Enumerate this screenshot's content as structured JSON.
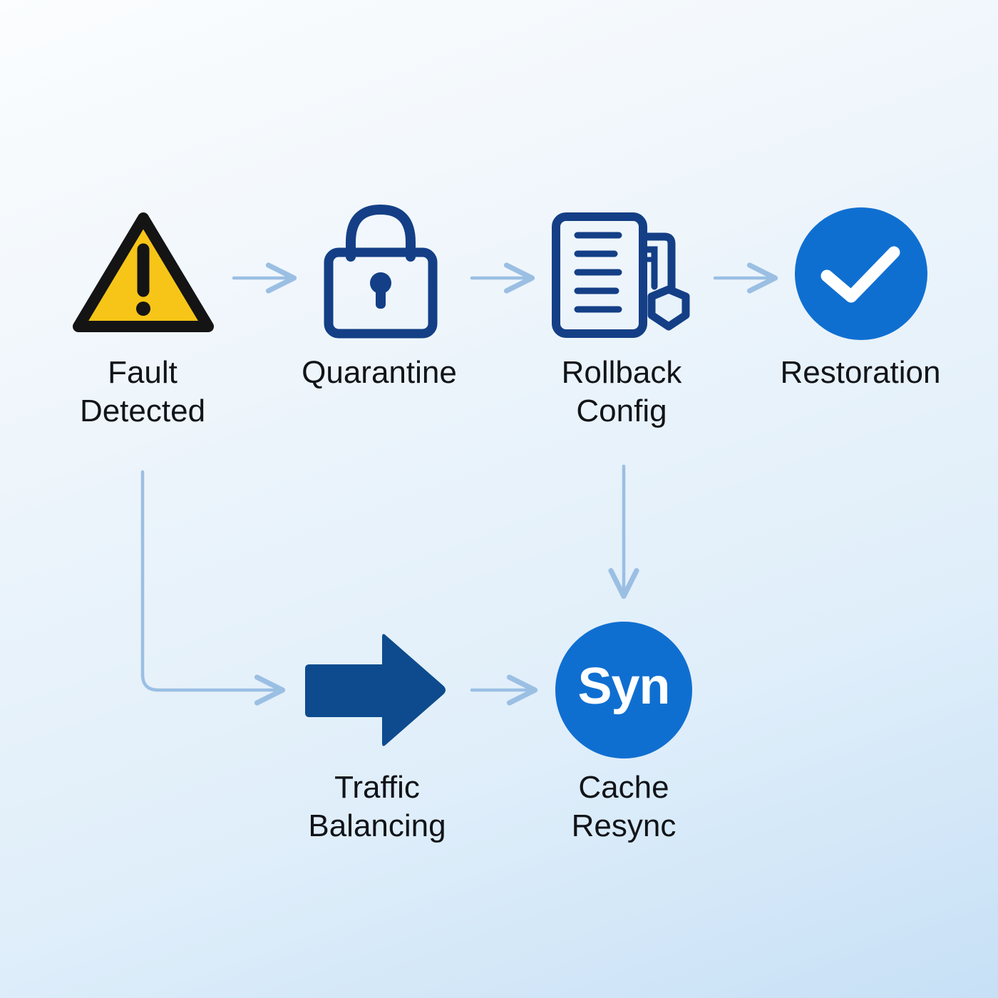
{
  "diagram": {
    "nodes": {
      "fault": {
        "label_lines": [
          "Fault",
          "Detected"
        ],
        "icon": "warning-triangle-icon"
      },
      "quarantine": {
        "label_lines": [
          "Quarantine"
        ],
        "icon": "padlock-icon"
      },
      "rollback": {
        "label_lines": [
          "Rollback",
          "Config"
        ],
        "icon": "config-document-icon"
      },
      "restoration": {
        "label_lines": [
          "Restoration"
        ],
        "icon": "checkmark-circle-icon"
      },
      "traffic": {
        "label_lines": [
          "Traffic",
          "Balancing"
        ],
        "icon": "right-arrow-icon"
      },
      "cache": {
        "label_lines": [
          "Cache",
          "Resync"
        ],
        "icon": "sync-circle-icon",
        "badge_text": "Syn"
      }
    },
    "edges": [
      {
        "from": "Fault Detected",
        "to": "Quarantine"
      },
      {
        "from": "Quarantine",
        "to": "Rollback Config"
      },
      {
        "from": "Rollback Config",
        "to": "Restoration"
      },
      {
        "from": "Fault Detected",
        "to": "Traffic Balancing"
      },
      {
        "from": "Traffic Balancing",
        "to": "Cache Resync"
      },
      {
        "from": "Rollback Config",
        "to": "Cache Resync"
      }
    ],
    "colors": {
      "warning_fill": "#f7c518",
      "outline_dark": "#141414",
      "icon_navy": "#143f86",
      "accent_blue": "#0f6fd1",
      "arrow_navy": "#0d4b8e",
      "connector": "#9bbfe3",
      "label_text": "#111418"
    }
  }
}
